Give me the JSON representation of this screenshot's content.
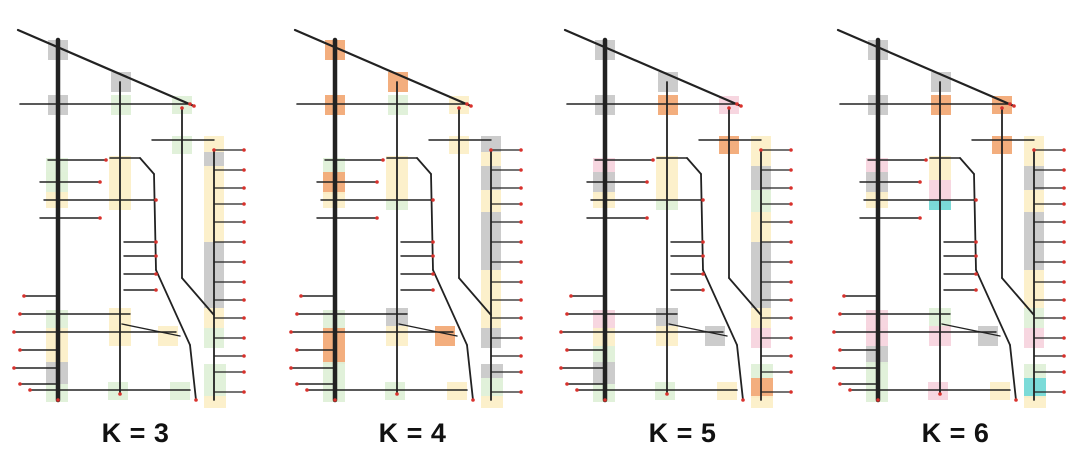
{
  "panels": [
    {
      "label": "K = 3",
      "cells": [
        "gray",
        "gray",
        "gray",
        "green",
        "green",
        "green",
        "green",
        "green",
        "yellow",
        "yellow",
        "yellow",
        "yellow",
        "yellow",
        "gray",
        "yellow",
        "yellow",
        "yellow",
        "gray",
        "gray",
        "yellow",
        "green",
        "green",
        "yellow",
        "yellow",
        "gray",
        "green",
        "yellow",
        "yellow",
        "yellow",
        "green",
        "green",
        "green",
        "green",
        "yellow"
      ]
    },
    {
      "label": "K = 4",
      "cells": [
        "orange",
        "orange",
        "orange",
        "green",
        "yellow",
        "yellow",
        "green",
        "orange",
        "yellow",
        "yellow",
        "yellow",
        "green",
        "gray",
        "yellow",
        "gray",
        "yellow",
        "gray",
        "gray",
        "yellow",
        "yellow",
        "gray",
        "green",
        "orange",
        "orange",
        "green",
        "green",
        "gray",
        "yellow",
        "orange",
        "yellow",
        "gray",
        "green",
        "green",
        "yellow"
      ]
    },
    {
      "label": "K = 5",
      "cells": [
        "gray",
        "gray",
        "gray",
        "orange",
        "pink",
        "orange",
        "pink",
        "gray",
        "yellow",
        "yellow",
        "yellow",
        "green",
        "yellow",
        "yellow",
        "gray",
        "green",
        "yellow",
        "gray",
        "gray",
        "yellow",
        "pink",
        "pink",
        "yellow",
        "green",
        "gray",
        "green",
        "gray",
        "yellow",
        "gray",
        "yellow",
        "green",
        "orange",
        "green",
        "yellow"
      ]
    },
    {
      "label": "K = 6",
      "cells": [
        "gray",
        "gray",
        "gray",
        "orange",
        "orange",
        "orange",
        "pink",
        "gray",
        "yellow",
        "yellow",
        "pink",
        "cyan",
        "yellow",
        "yellow",
        "gray",
        "yellow",
        "gray",
        "gray",
        "yellow",
        "green",
        "pink",
        "pink",
        "pink",
        "gray",
        "green",
        "green",
        "green",
        "pink",
        "gray",
        "yellow",
        "green",
        "cyan",
        "pink",
        "yellow"
      ]
    }
  ],
  "palette": {
    "gray": "#c9c9c9",
    "green": "#dff0d8",
    "yellow": "#fcefc8",
    "orange": "#f2aa77",
    "pink": "#f7d4de",
    "cyan": "#74d9d6"
  },
  "colors": {
    "pipe": "#222222",
    "node": "#d8312c"
  }
}
